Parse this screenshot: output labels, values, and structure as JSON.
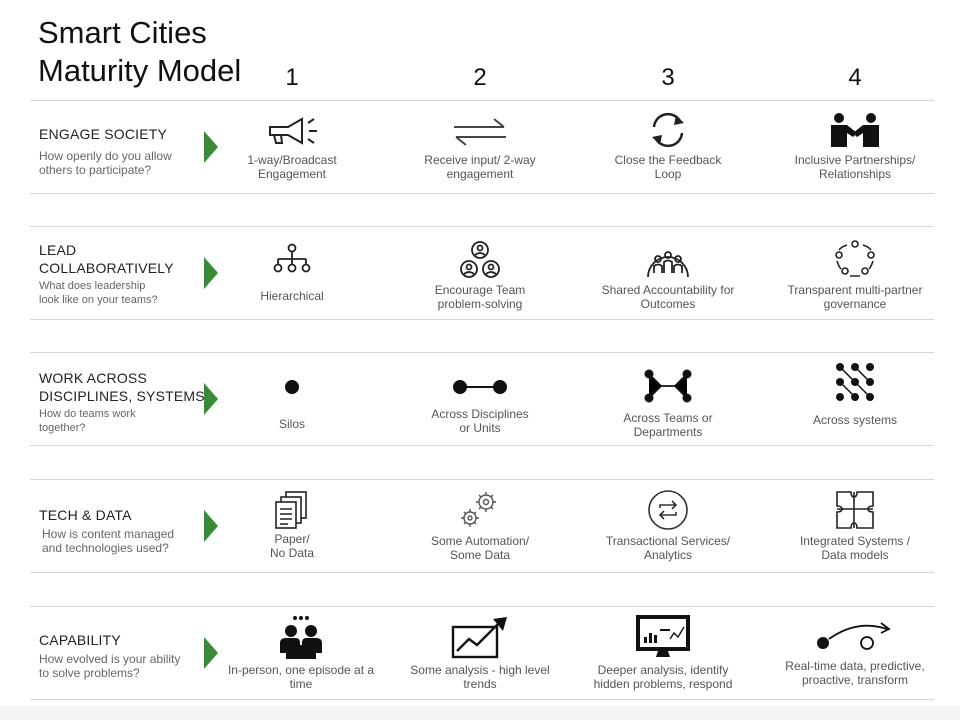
{
  "title": [
    "Smart Cities",
    "Maturity Model"
  ],
  "levels": [
    "1",
    "2",
    "3",
    "4"
  ],
  "rows": [
    {
      "heading": [
        "ENGAGE SOCIETY"
      ],
      "question": [
        "How openly do you allow",
        "others to participate?"
      ],
      "cells": [
        {
          "icon": "megaphone-icon",
          "label": [
            "1-way/Broadcast",
            "Engagement"
          ]
        },
        {
          "icon": "two-way-arrows-icon",
          "label": [
            "Receive input/ 2-way",
            "engagement"
          ]
        },
        {
          "icon": "refresh-cycle-icon",
          "label": [
            "Close the Feedback",
            "Loop"
          ]
        },
        {
          "icon": "handshake-icon",
          "label": [
            "Inclusive Partnerships/",
            "Relationships"
          ]
        }
      ]
    },
    {
      "heading": [
        "LEAD",
        "COLLABORATIVELY"
      ],
      "question": [
        "What does leadership",
        "look like on your teams?"
      ],
      "cells": [
        {
          "icon": "org-chart-icon",
          "label": [
            "Hierarchical"
          ]
        },
        {
          "icon": "team-circles-icon",
          "label": [
            "Encourage Team",
            "problem-solving"
          ]
        },
        {
          "icon": "group-arch-icon",
          "label": [
            "Shared Accountability for",
            "Outcomes"
          ]
        },
        {
          "icon": "people-circle-icon",
          "label": [
            "Transparent multi-partner",
            "governance"
          ]
        }
      ]
    },
    {
      "heading": [
        "WORK ACROSS",
        "DISCIPLINES, SYSTEMS"
      ],
      "question": [
        "How do teams work",
        "together?"
      ],
      "cells": [
        {
          "icon": "single-dot-icon",
          "label": [
            "Silos"
          ]
        },
        {
          "icon": "connected-dots-icon",
          "label": [
            "Across Disciplines",
            "or Units"
          ]
        },
        {
          "icon": "network-nodes-icon",
          "label": [
            "Across Teams or",
            "Departments"
          ]
        },
        {
          "icon": "grid-network-icon",
          "label": [
            "Across systems"
          ]
        }
      ]
    },
    {
      "heading": [
        "TECH & DATA"
      ],
      "question": [
        "How is content managed",
        "and technologies used?"
      ],
      "cells": [
        {
          "icon": "paper-stack-icon",
          "label": [
            "Paper/",
            "No Data"
          ]
        },
        {
          "icon": "gears-icon",
          "label": [
            "Some Automation/",
            "Some Data"
          ]
        },
        {
          "icon": "circular-exchange-icon",
          "label": [
            "Transactional Services/",
            "Analytics"
          ]
        },
        {
          "icon": "puzzle-icon",
          "label": [
            "Integrated Systems /",
            "Data models"
          ]
        }
      ]
    },
    {
      "heading": [
        "CAPABILITY"
      ],
      "question": [
        "How evolved is your ability",
        "to solve problems?"
      ],
      "cells": [
        {
          "icon": "meeting-icon",
          "label": [
            "In-person, one episode at a",
            "time"
          ]
        },
        {
          "icon": "trend-chart-icon",
          "label": [
            "Some analysis - high level",
            "trends"
          ]
        },
        {
          "icon": "monitor-dashboard-icon",
          "label": [
            "Deeper analysis, identify",
            "hidden problems, respond"
          ]
        },
        {
          "icon": "trajectory-icon",
          "label": [
            "Real-time data, predictive,",
            "proactive, transform"
          ]
        }
      ]
    }
  ],
  "colors": {
    "arrow": "#3a8a3a",
    "icon": "#222222",
    "text": "#555555"
  }
}
